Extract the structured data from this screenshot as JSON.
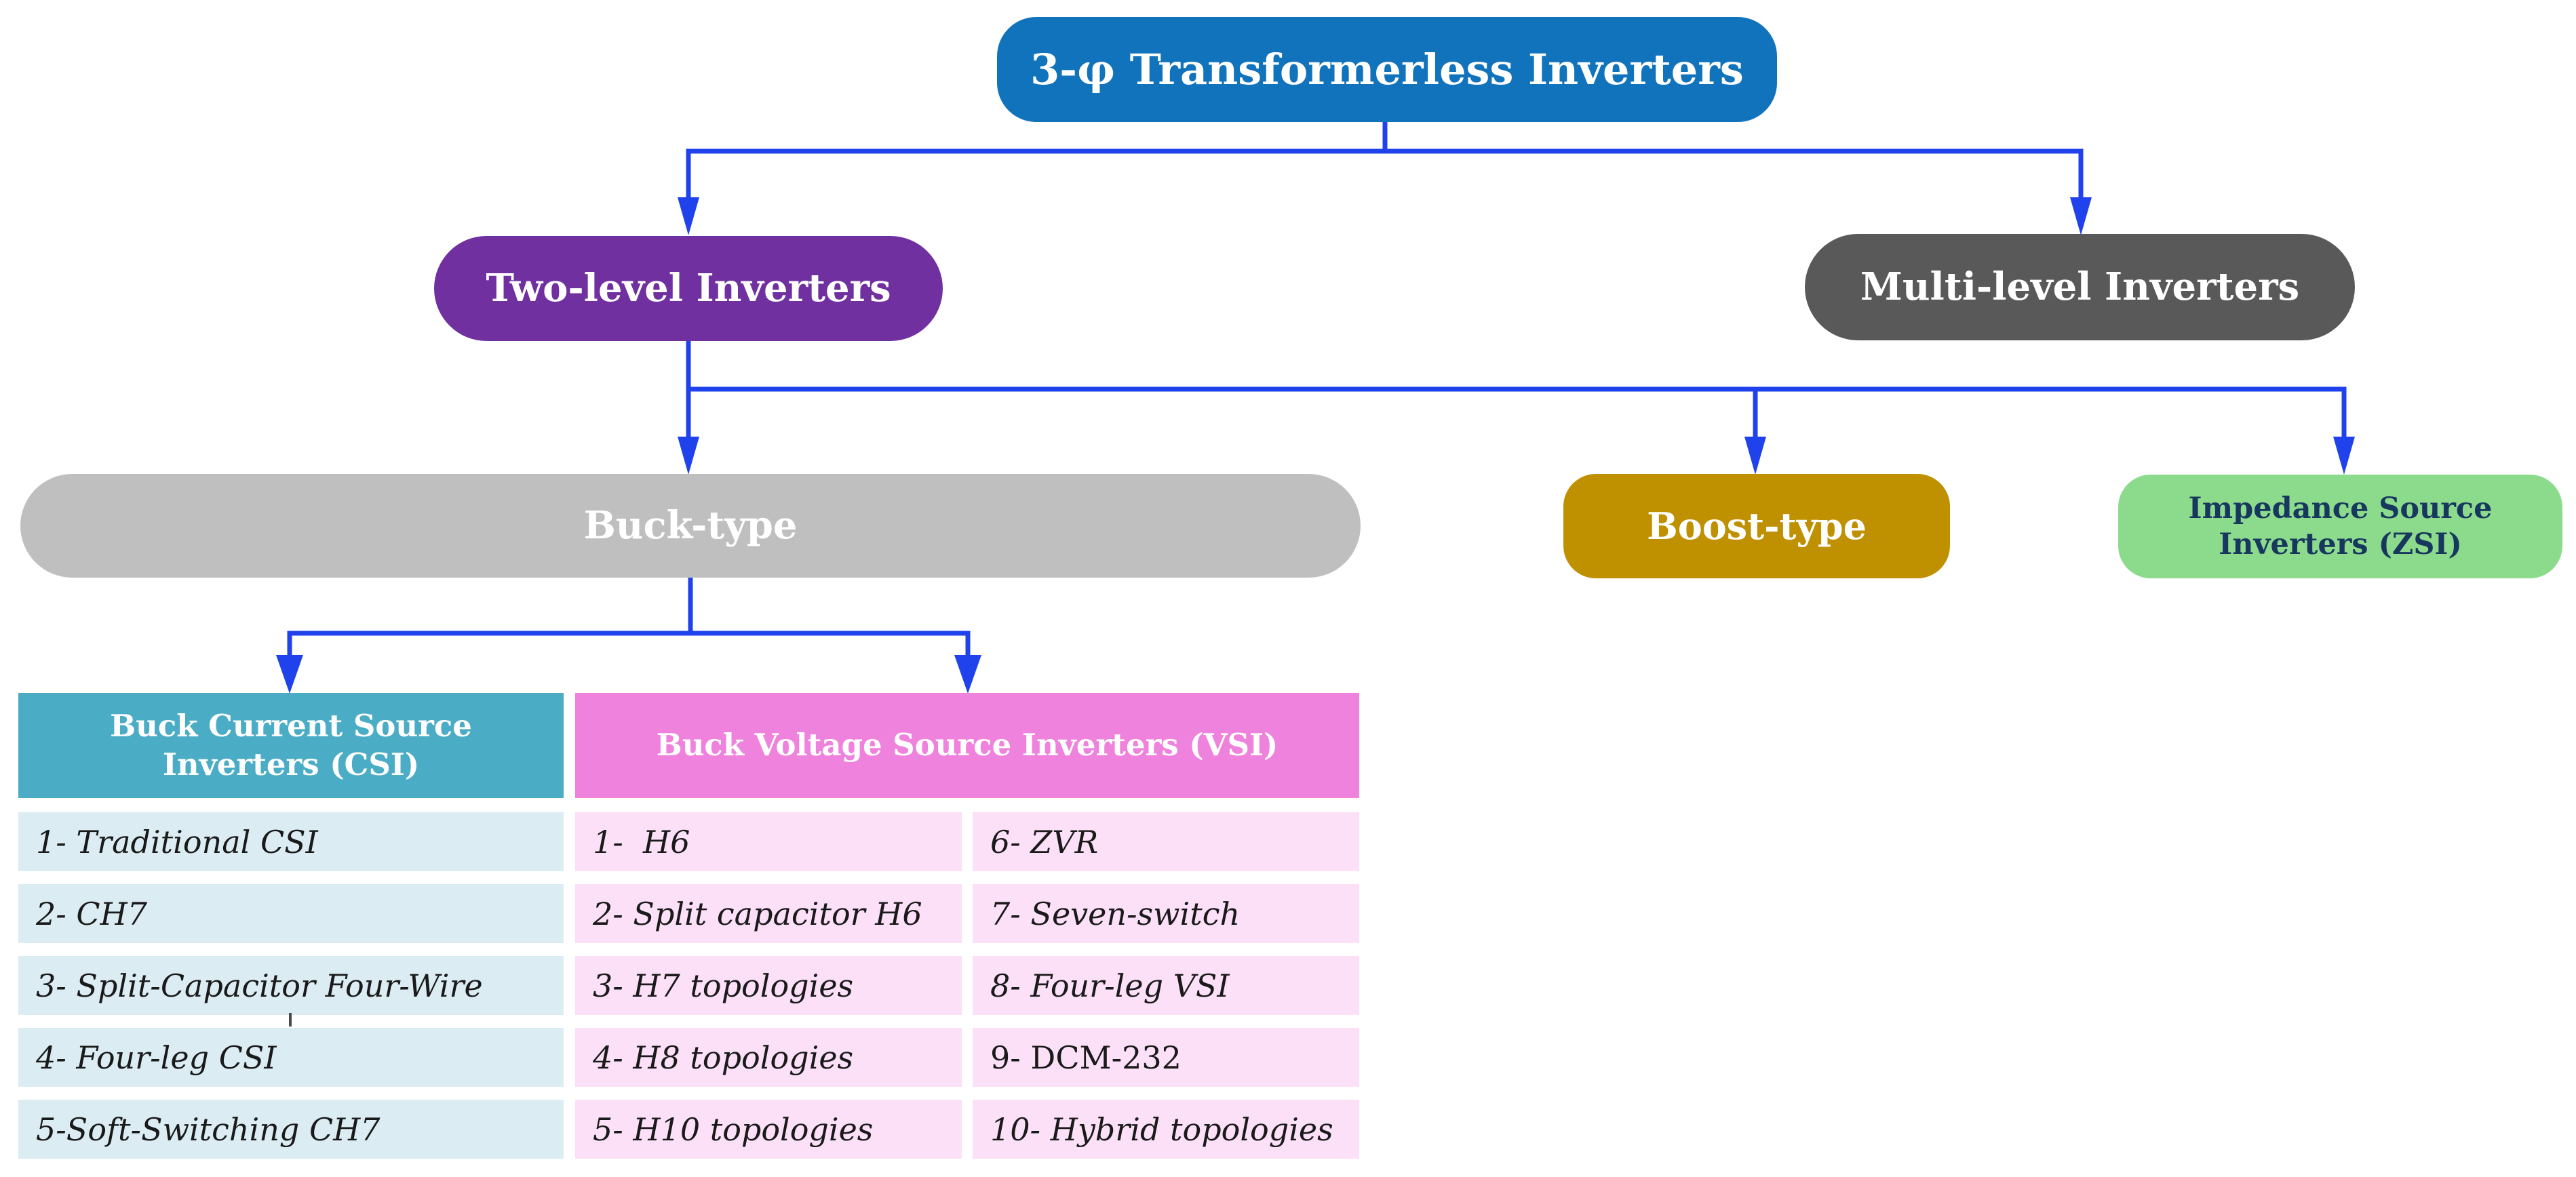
{
  "diagram": {
    "root": {
      "label": "3-φ Transformerless Inverters",
      "bg": "#1173BC",
      "text_color": "#FFFFFF"
    },
    "level2": {
      "two_level": {
        "label": "Two-level Inverters",
        "bg": "#7030A0",
        "text_color": "#FFFFFF"
      },
      "multi_level": {
        "label": "Multi-level Inverters",
        "bg": "#595959",
        "text_color": "#FFFFFF"
      }
    },
    "level3": {
      "buck": {
        "label": "Buck-type",
        "bg": "#BFBFBF",
        "text_color": "#FFFFFF"
      },
      "boost": {
        "label": "Boost-type",
        "bg": "#BF9000",
        "text_color": "#FFFFFF"
      },
      "zsi": {
        "line1": "Impedance Source",
        "line2": "Inverters (ZSI)",
        "bg": "#8CDB8C",
        "text_color": "#17375E"
      }
    },
    "csi": {
      "header_line1": "Buck Current Source",
      "header_line2": "Inverters (CSI)",
      "header_bg": "#4BACC6",
      "row_bg": "#DBEDF3",
      "items": [
        "1- Traditional CSI",
        "2- CH7",
        "3- Split-Capacitor Four-Wire",
        "4- Four-leg CSI",
        "5-Soft-Switching CH7"
      ]
    },
    "vsi": {
      "header": "Buck Voltage Source Inverters (VSI)",
      "header_bg": "#EF82DC",
      "row_bg": "#FBE0F7",
      "col1": [
        "1-  H6",
        "2- Split capacitor H6",
        "3- H7 topologies",
        "4- H8 topologies",
        "5- H10 topologies"
      ],
      "col2": [
        "6- ZVR",
        "7- Seven-switch",
        "8- Four-leg VSI",
        "9- DCM-232",
        "10- Hybrid topologies"
      ]
    },
    "connector_color": "#2042EC"
  }
}
